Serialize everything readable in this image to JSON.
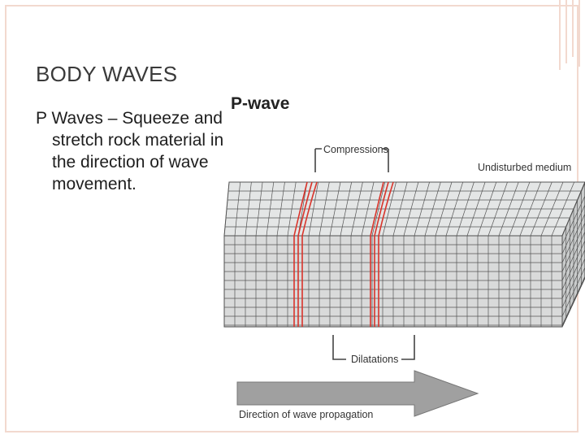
{
  "slide": {
    "title": "BODY WAVES",
    "body": "P Waves – Squeeze and stretch rock material in the direction of wave movement."
  },
  "figure": {
    "heading": "P-wave",
    "label_compressions": "Compressions",
    "label_undisturbed": "Undisturbed medium",
    "label_dilatations": "Dilatations",
    "label_direction": "Direction of wave propagation"
  },
  "colors": {
    "frame": "#f2d9cf",
    "compression_red": "#d9342b",
    "grid": "#555555",
    "block_face": "#dcdcdc",
    "arrow": "#a0a0a0"
  }
}
